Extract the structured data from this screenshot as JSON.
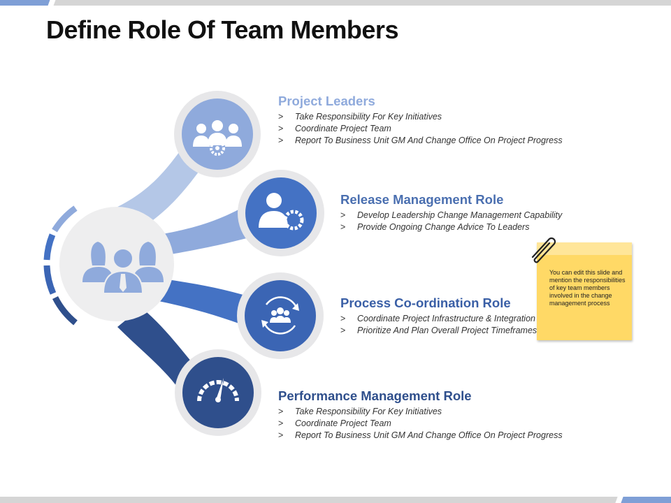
{
  "slide": {
    "title": "Define Role Of Team Members"
  },
  "colors": {
    "role1": "#8faadc",
    "role2": "#4472c4",
    "role3": "#3b65b4",
    "role4": "#2f4f8c",
    "hub": "#eeeeef",
    "ring": "#e7e7e9",
    "title_role1": "#8faadc",
    "title_role2": "#4a6fb0",
    "title_role3": "#3a5fa6",
    "title_role4": "#2f4f8c"
  },
  "roles": [
    {
      "title": "Project Leaders",
      "icon": "team-gear-icon",
      "items": [
        {
          "marker": ">",
          "text": "Take Responsibility For Key Initiatives"
        },
        {
          "marker": ">",
          "text": "Coordinate Project Team"
        },
        {
          "marker": ">",
          "text": "Report To Business Unit GM And Change Office On Project Progress"
        }
      ]
    },
    {
      "title": "Release Management Role",
      "icon": "person-gear-icon",
      "items": [
        {
          "marker": ">",
          "text": "Develop Leadership Change Management Capability"
        },
        {
          "marker": ">",
          "text": "Provide Ongoing Change Advice To Leaders"
        }
      ]
    },
    {
      "title": "Process Co-ordination Role",
      "icon": "cycle-team-icon",
      "items": [
        {
          "marker": ">",
          "text": "Coordinate Project Infrastructure & Integration"
        },
        {
          "marker": ">",
          "text": "Prioritize And Plan Overall Project Timeframes"
        }
      ]
    },
    {
      "title": "Performance Management Role",
      "icon": "speedometer-icon",
      "items": [
        {
          "marker": ">",
          "text": "Take Responsibility For Key Initiatives"
        },
        {
          "marker": ">",
          "text": "Coordinate Project Team"
        },
        {
          "marker": ">",
          "text": "Report To Business Unit GM And Change Office On Project Progress"
        }
      ]
    }
  ],
  "center": {
    "icon": "team-members-icon"
  },
  "note": {
    "text": "You can edit this slide and mention the responsibilities of key team members involved in the change management process",
    "icon": "paperclip-icon"
  }
}
